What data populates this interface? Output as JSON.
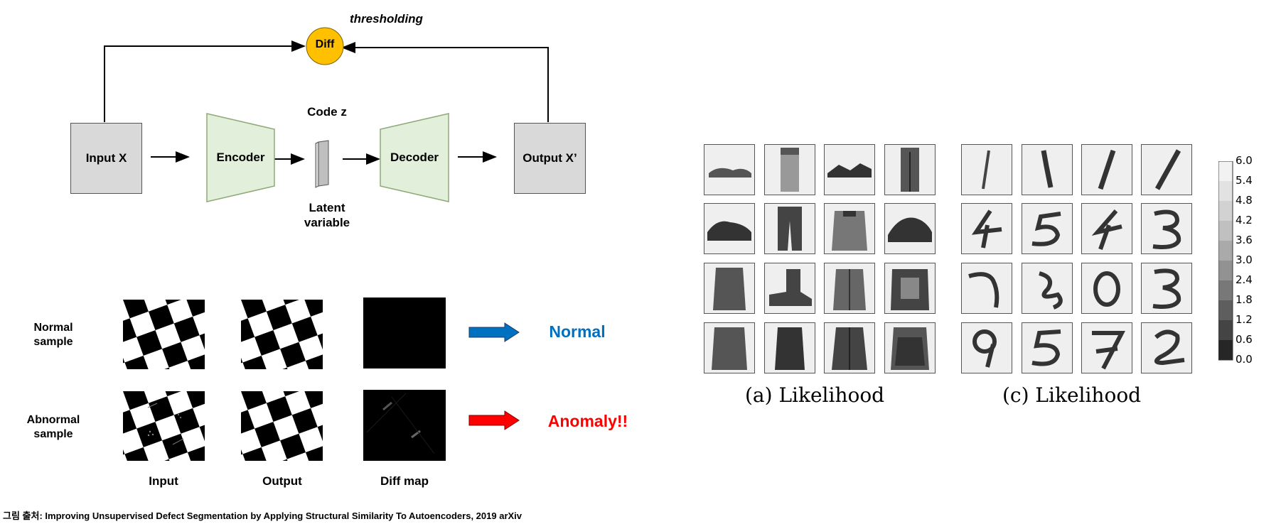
{
  "diagram": {
    "input_label": "Input X",
    "encoder_label": "Encoder",
    "code_label": "Code z",
    "latent_label_1": "Latent",
    "latent_label_2": "variable",
    "decoder_label": "Decoder",
    "output_label": "Output X’",
    "diff_label": "Diff",
    "thresholding_label": "thresholding",
    "colors": {
      "box_gray": "#d9d9d9",
      "trapezoid_green": "#e2efda",
      "diff_yellow": "#ffc000"
    }
  },
  "samples": {
    "normal_row_label_1": "Normal",
    "normal_row_label_2": "sample",
    "abnormal_row_label_1": "Abnormal",
    "abnormal_row_label_2": "sample",
    "col_input": "Input",
    "col_output": "Output",
    "col_diffmap": "Diff map",
    "normal_result": "Normal",
    "anomaly_result": "Anomaly!!",
    "colors": {
      "normal_blue": "#0070c0",
      "anomaly_red": "#ff0000"
    }
  },
  "source_caption": "그림 출처: Improving Unsupervised Defect Segmentation by Applying Structural Similarity To Autoencoders, 2019 arXiv",
  "figure": {
    "caption_a": "(a) Likelihood",
    "caption_c": "(c) Likelihood",
    "colorbar_ticks": [
      "6.0",
      "5.4",
      "4.8",
      "4.2",
      "3.6",
      "3.0",
      "2.4",
      "1.8",
      "1.2",
      "0.6",
      "0.0"
    ]
  }
}
